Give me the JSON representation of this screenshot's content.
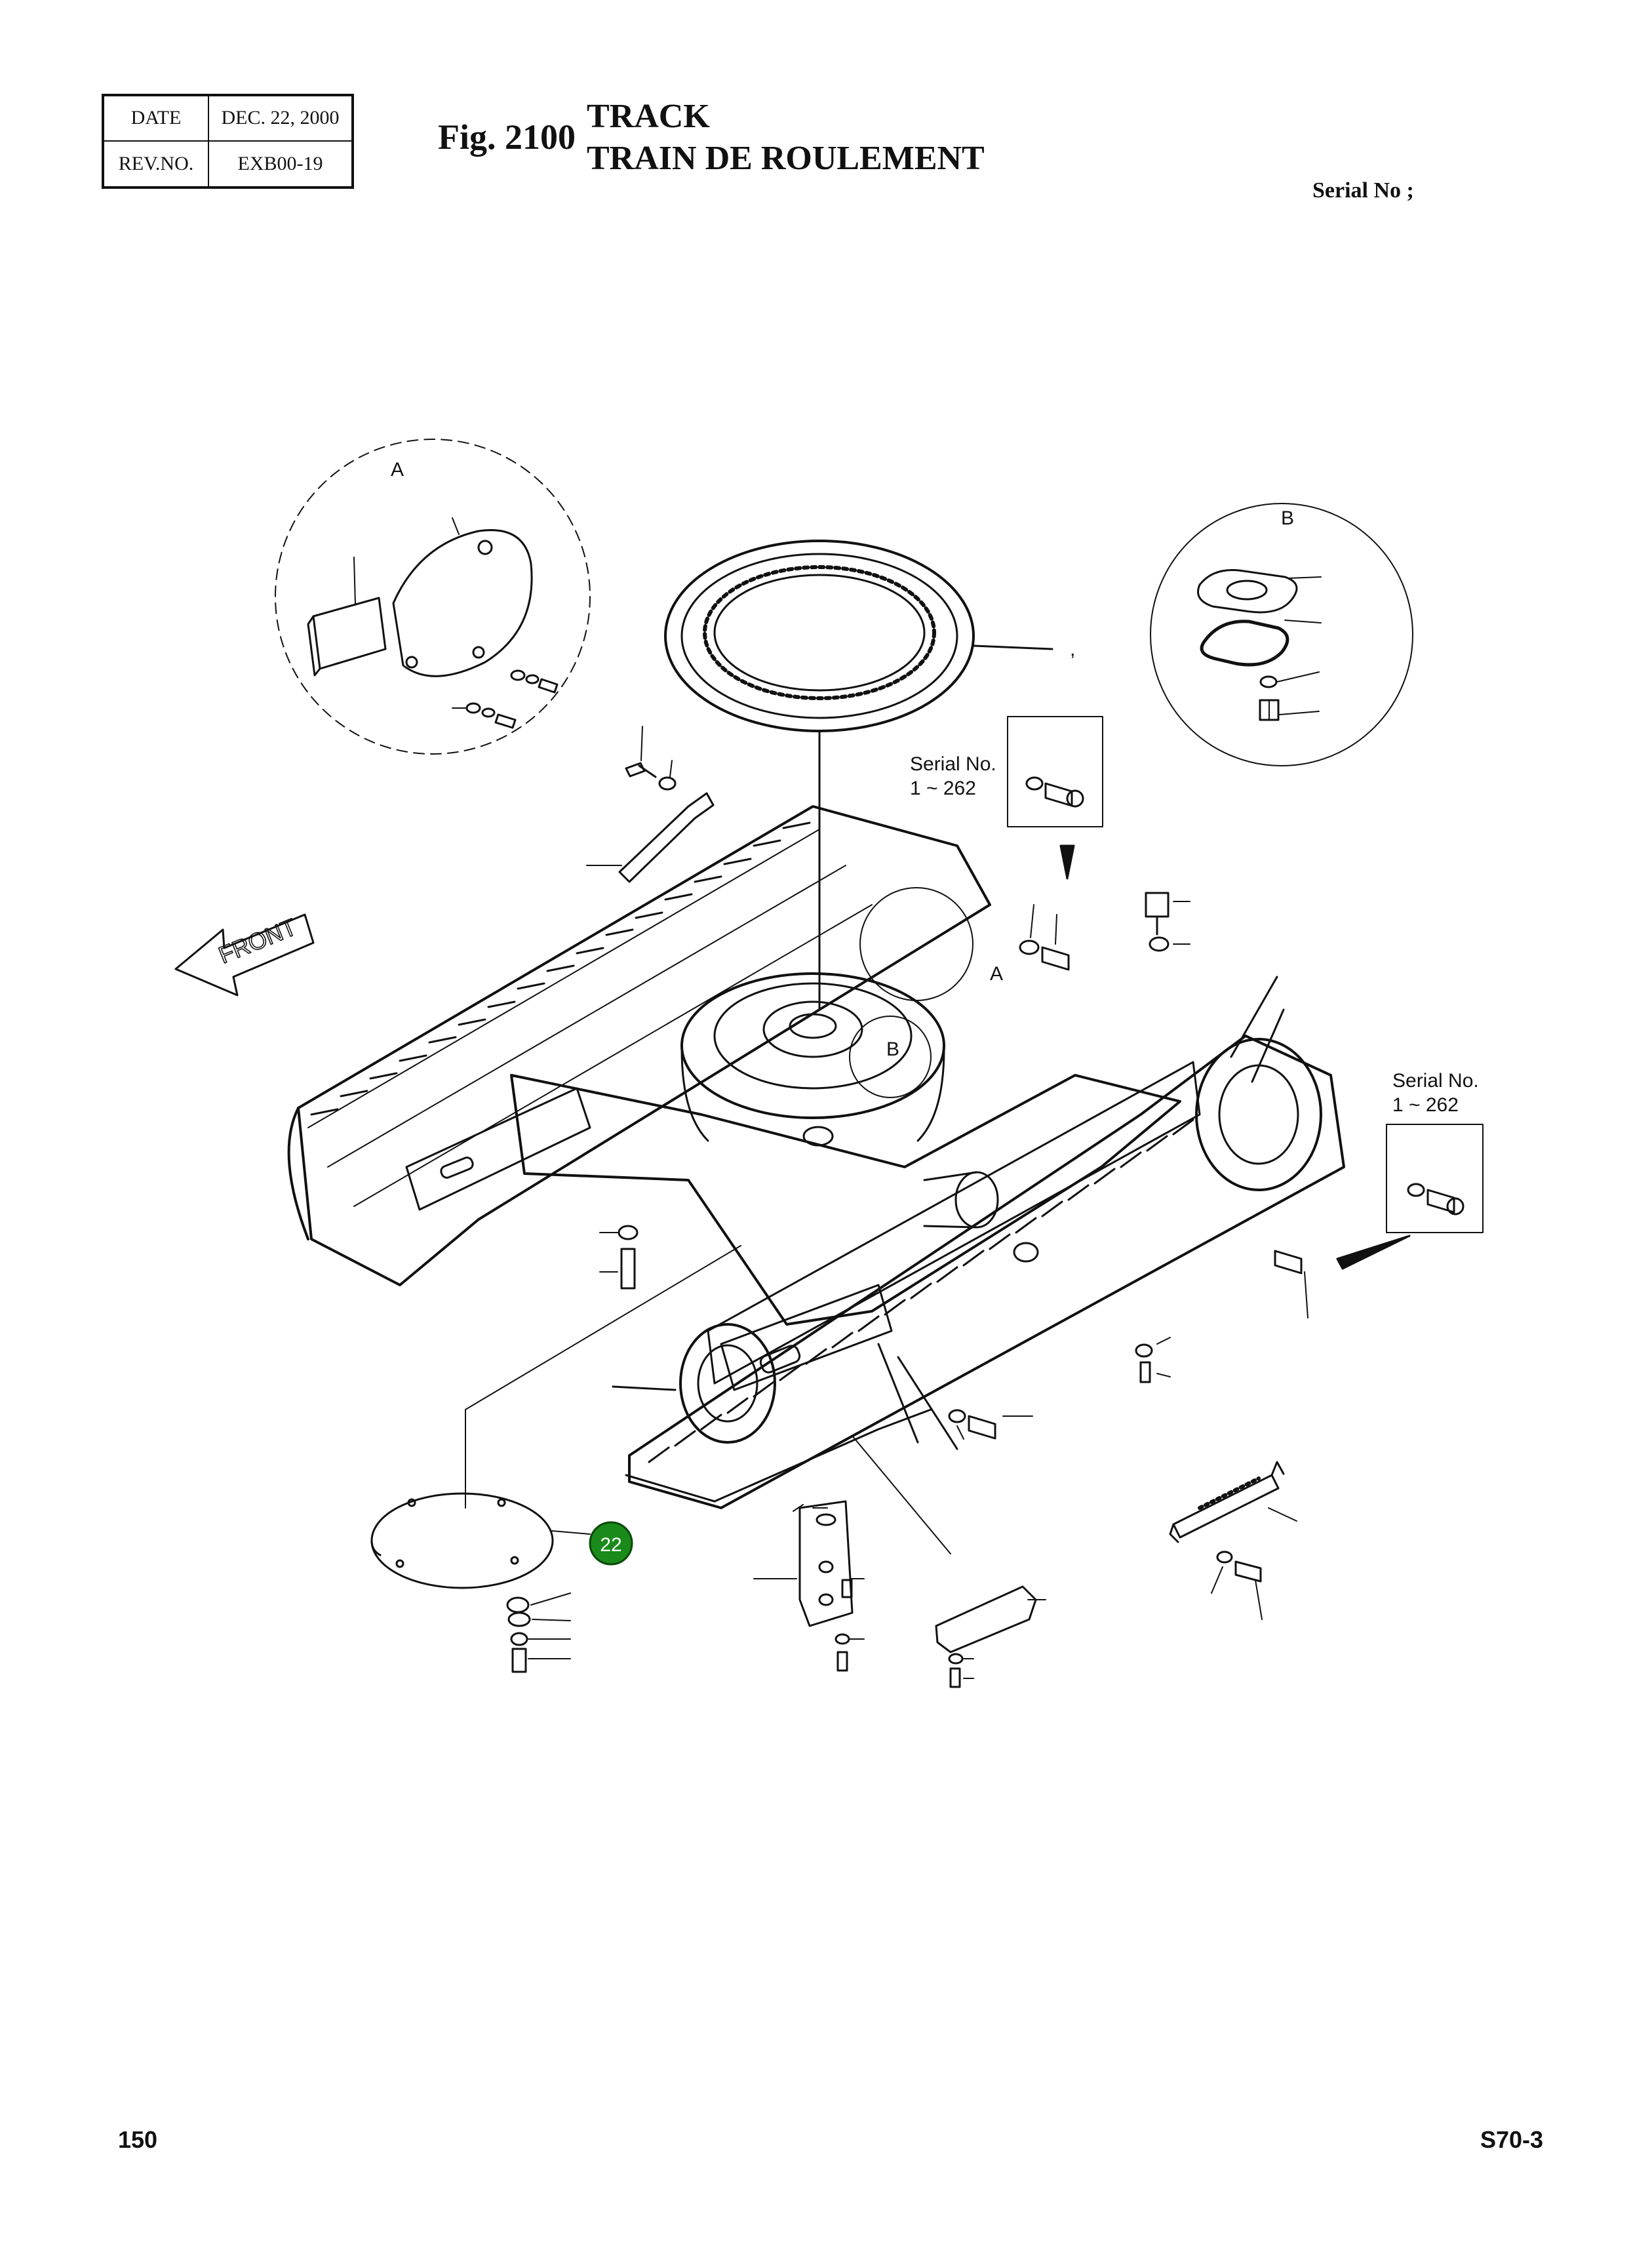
{
  "header": {
    "date_label": "DATE",
    "date_value": "DEC. 22, 2000",
    "rev_label": "REV.NO.",
    "rev_value": "EXB00-19",
    "figure_number": "Fig. 2100",
    "title_en": "TRACK",
    "title_fr": "TRAIN DE ROULEMENT",
    "serial_header": "Serial No ;"
  },
  "diagram": {
    "front_label": "FRONT",
    "detail_a_label": "A",
    "detail_b_label": "B",
    "callout_a": "A",
    "callout_b": "B",
    "serial_note_1": {
      "line1": "Serial No.",
      "line2": "1 ~ 262"
    },
    "serial_note_2": {
      "line1": "Serial No.",
      "line2": "1 ~ 262"
    },
    "ring_ref": ",",
    "highlight_part": {
      "number": "22",
      "color": "#1a8a1a"
    }
  },
  "footer": {
    "page_number": "150",
    "model_code": "S70-3"
  },
  "colors": {
    "line": "#111111",
    "background": "#ffffff"
  }
}
